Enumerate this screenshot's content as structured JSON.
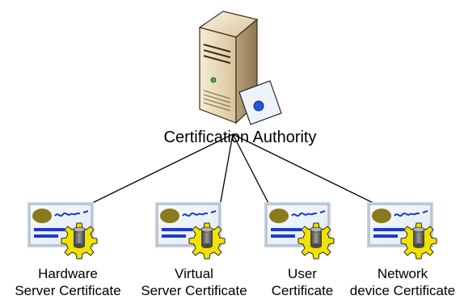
{
  "authority": {
    "label": "Certification Authority",
    "icon": "server-with-certificate-icon"
  },
  "certificates": [
    {
      "line1": "Hardware",
      "line2": "Server Certificate",
      "icon": "certificate-gear-icon"
    },
    {
      "line1": "Virtual",
      "line2": "Server Certificate",
      "icon": "certificate-gear-icon"
    },
    {
      "line1": "User",
      "line2": "Certificate",
      "icon": "certificate-gear-icon"
    },
    {
      "line1": "Network",
      "line2": "device Certificate",
      "icon": "certificate-gear-icon"
    }
  ],
  "colors": {
    "server_body": "#efe2c4",
    "server_shade": "#b8a27a",
    "cert_paper": "#eef3fb",
    "cert_seal": "#8a7a1e",
    "cert_lines": "#1d3cc8",
    "gear": "#f2e200",
    "cylinder": "#5a5a5a",
    "badge_dot": "#1f57e0"
  }
}
